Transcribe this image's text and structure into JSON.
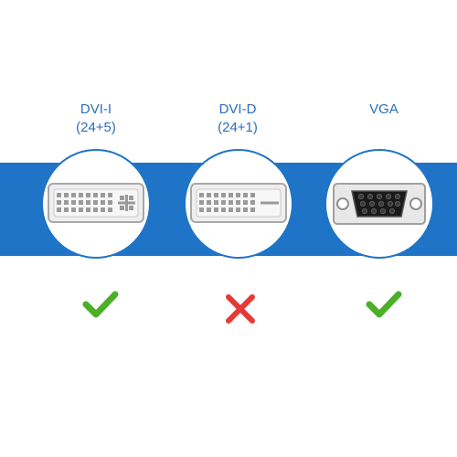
{
  "colors": {
    "band": "#1f74c7",
    "label": "#2a6fb8",
    "check": "#4caf2a",
    "cross": "#e53935"
  },
  "connectors": [
    {
      "name": "DVI-I",
      "pins": "(24+5)",
      "compatible": true,
      "icon": "checkmark-icon"
    },
    {
      "name": "DVI-D",
      "pins": "(24+1)",
      "compatible": false,
      "icon": "cross-icon"
    },
    {
      "name": "VGA",
      "pins": "",
      "compatible": true,
      "icon": "checkmark-icon"
    }
  ]
}
